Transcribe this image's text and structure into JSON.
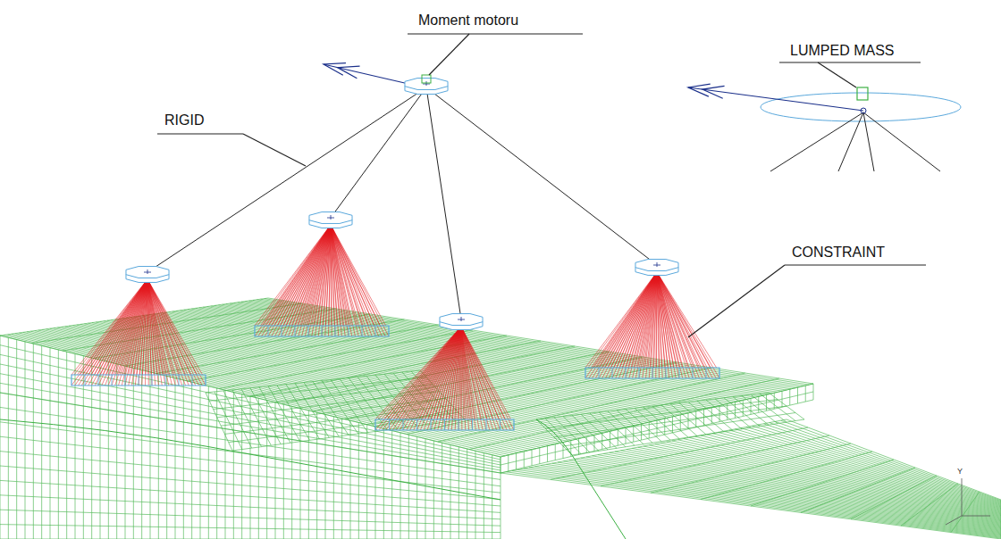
{
  "diagram": {
    "labels": [
      "Moment motoru",
      "LUMPED MASS",
      "RIGID",
      "CONSTRAINT",
      "Y"
    ]
  }
}
